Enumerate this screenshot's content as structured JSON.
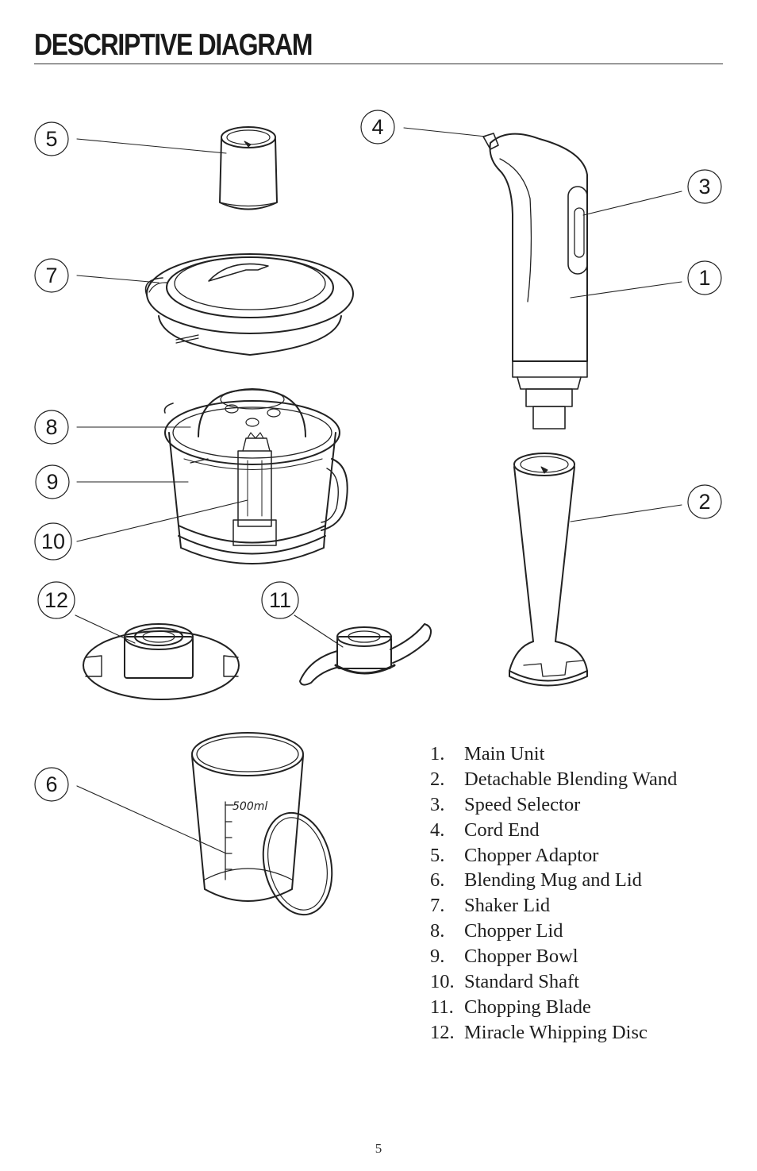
{
  "page": {
    "title": "DESCRIPTIVE DIAGRAM",
    "page_number": "5"
  },
  "callouts": [
    "1",
    "2",
    "3",
    "4",
    "5",
    "6",
    "7",
    "8",
    "9",
    "10",
    "11",
    "12"
  ],
  "mug_marking": "500ml",
  "parts": [
    {
      "number": "1.",
      "name": "Main Unit"
    },
    {
      "number": "2.",
      "name": "Detachable Blending Wand"
    },
    {
      "number": "3.",
      "name": "Speed Selector"
    },
    {
      "number": "4.",
      "name": "Cord End"
    },
    {
      "number": "5.",
      "name": "Chopper Adaptor"
    },
    {
      "number": "6.",
      "name": "Blending Mug and Lid"
    },
    {
      "number": "7.",
      "name": "Shaker Lid"
    },
    {
      "number": "8.",
      "name": "Chopper Lid"
    },
    {
      "number": "9.",
      "name": "Chopper Bowl"
    },
    {
      "number": "10.",
      "name": "Standard Shaft"
    },
    {
      "number": "11.",
      "name": "Chopping Blade"
    },
    {
      "number": "12.",
      "name": "Miracle Whipping Disc"
    }
  ]
}
